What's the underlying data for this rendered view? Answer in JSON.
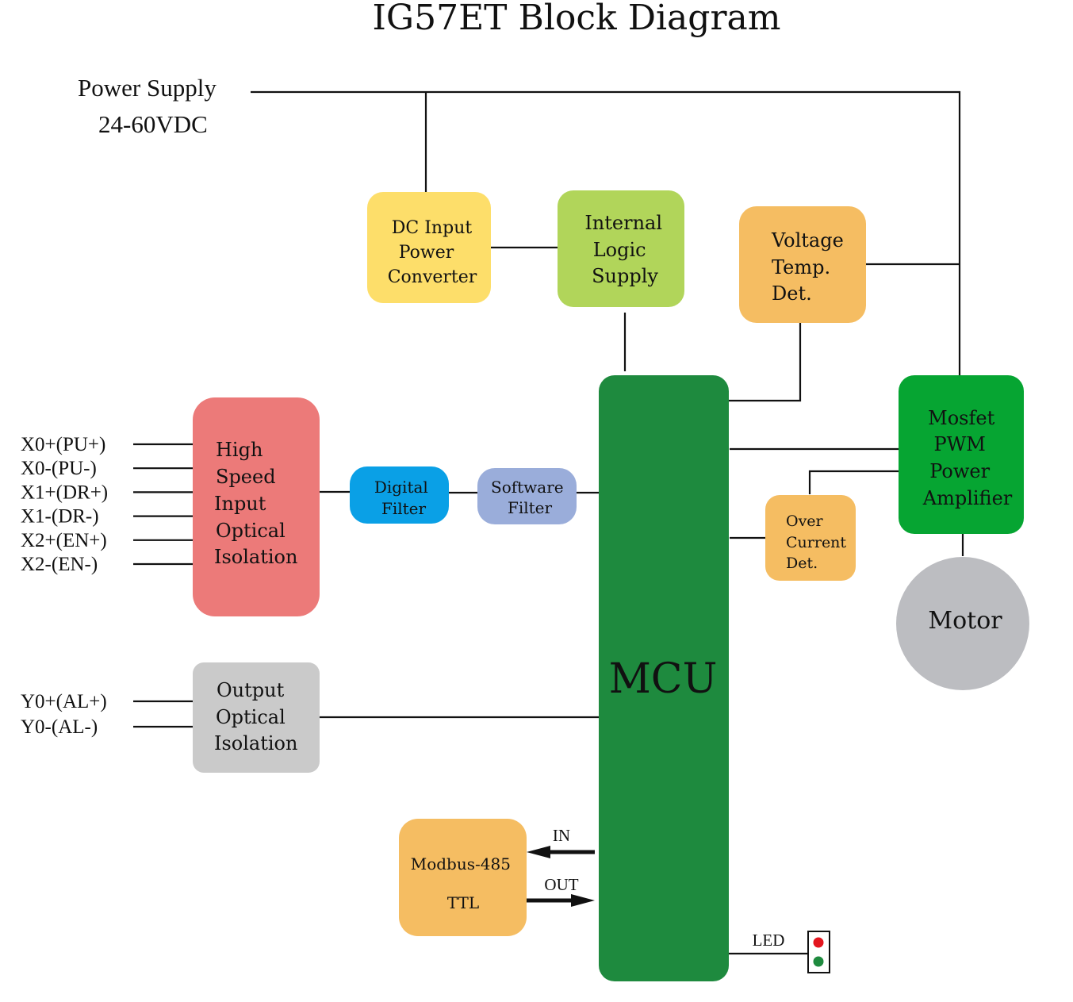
{
  "title": "IG57ET Block Diagram",
  "power_supply": {
    "label": "Power Supply",
    "voltage": "24-60VDC"
  },
  "blocks": {
    "dc_converter": {
      "lines": [
        "DC Input",
        "Power",
        "Converter"
      ],
      "color": "#FDDE6A"
    },
    "logic_supply": {
      "lines": [
        "Internal",
        "Logic",
        "Supply"
      ],
      "color": "#B1D55A"
    },
    "voltage_temp": {
      "lines": [
        "Voltage",
        "Temp.",
        "Det."
      ],
      "color": "#F5BD62"
    },
    "high_speed_input": {
      "lines": [
        "High",
        "Speed",
        "Input",
        "Optical",
        "Isolation"
      ],
      "color": "#EC7A79"
    },
    "digital_filter": {
      "lines": [
        "Digital",
        "Filter"
      ],
      "color": "#0AA0E6"
    },
    "software_filter": {
      "lines": [
        "Software",
        "Filter"
      ],
      "color": "#9AADDA"
    },
    "mcu": {
      "label": "MCU",
      "color": "#1E8A3E"
    },
    "mosfet": {
      "lines": [
        "Mosfet",
        "PWM",
        "Power",
        "Amplifier"
      ],
      "color": "#06A532"
    },
    "over_current": {
      "lines": [
        "Over",
        "Current",
        "Det."
      ],
      "color": "#F5BD62"
    },
    "motor": {
      "label": "Motor",
      "color": "#BCBDC1"
    },
    "output_isolation": {
      "lines": [
        "Output",
        "Optical",
        "Isolation"
      ],
      "color": "#CACACA"
    },
    "modbus": {
      "lines": [
        "Modbus-485",
        "TTL"
      ],
      "color": "#F5BD62"
    }
  },
  "inputs": [
    "X0+(PU+)",
    "X0-(PU-)",
    "X1+(DR+)",
    "X1-(DR-)",
    "X2+(EN+)",
    "X2-(EN-)"
  ],
  "outputs": [
    "Y0+(AL+)",
    "Y0-(AL-)"
  ],
  "modbus_arrows": {
    "in": "IN",
    "out": "OUT"
  },
  "led": {
    "label": "LED",
    "colors": [
      "#E3151E",
      "#1E8A3E"
    ]
  }
}
